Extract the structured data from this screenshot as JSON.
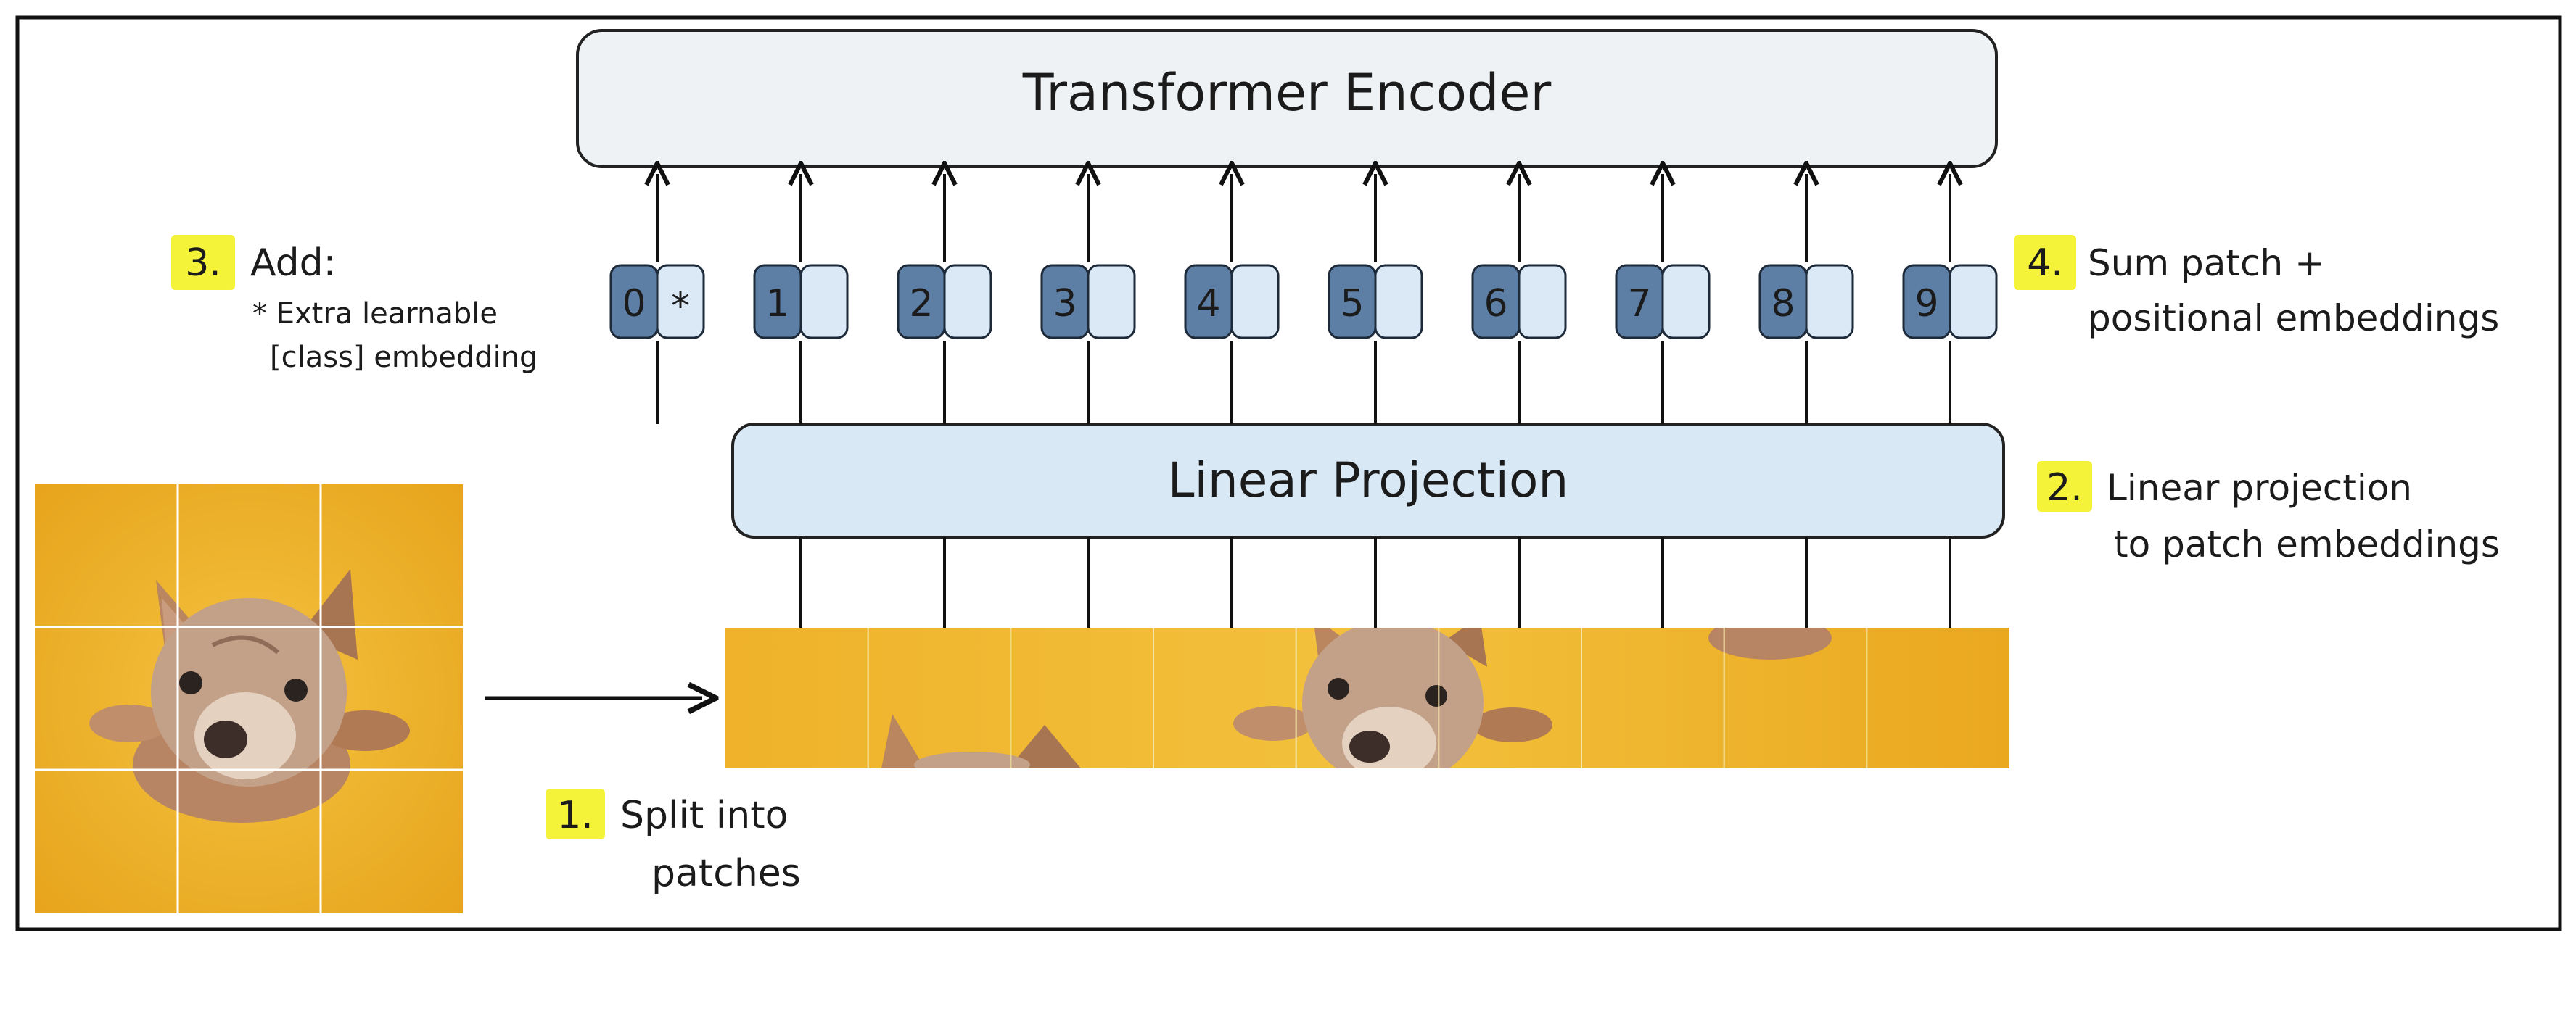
{
  "encoder": {
    "label": "Transformer Encoder"
  },
  "projection": {
    "label": "Linear Projection"
  },
  "tokens": [
    {
      "position": "0",
      "embedding": "*"
    },
    {
      "position": "1",
      "embedding": ""
    },
    {
      "position": "2",
      "embedding": ""
    },
    {
      "position": "3",
      "embedding": ""
    },
    {
      "position": "4",
      "embedding": ""
    },
    {
      "position": "5",
      "embedding": ""
    },
    {
      "position": "6",
      "embedding": ""
    },
    {
      "position": "7",
      "embedding": ""
    },
    {
      "position": "8",
      "embedding": ""
    },
    {
      "position": "9",
      "embedding": ""
    }
  ],
  "steps": {
    "split": {
      "number": "1.",
      "line1": "Split into",
      "line2": "patches"
    },
    "projection": {
      "number": "2.",
      "line1": "Linear projection",
      "line2": "to patch embeddings"
    },
    "add": {
      "number": "3.",
      "title": "Add:",
      "line1": "* Extra learnable",
      "line2": "[class] embedding"
    },
    "sum": {
      "number": "4.",
      "line1": "Sum patch +",
      "line2": "positional embeddings"
    }
  },
  "image": {
    "subject": "french-bulldog-photo",
    "grid": "3x3"
  },
  "colors": {
    "encoder_fill": "#eef2f4",
    "projection_fill": "#d9e8f5",
    "position_fill": "#5d7fa6",
    "embedding_fill": "#dbe9f6",
    "background_photo": "#f0b62c",
    "highlight": "#f5f23a"
  }
}
